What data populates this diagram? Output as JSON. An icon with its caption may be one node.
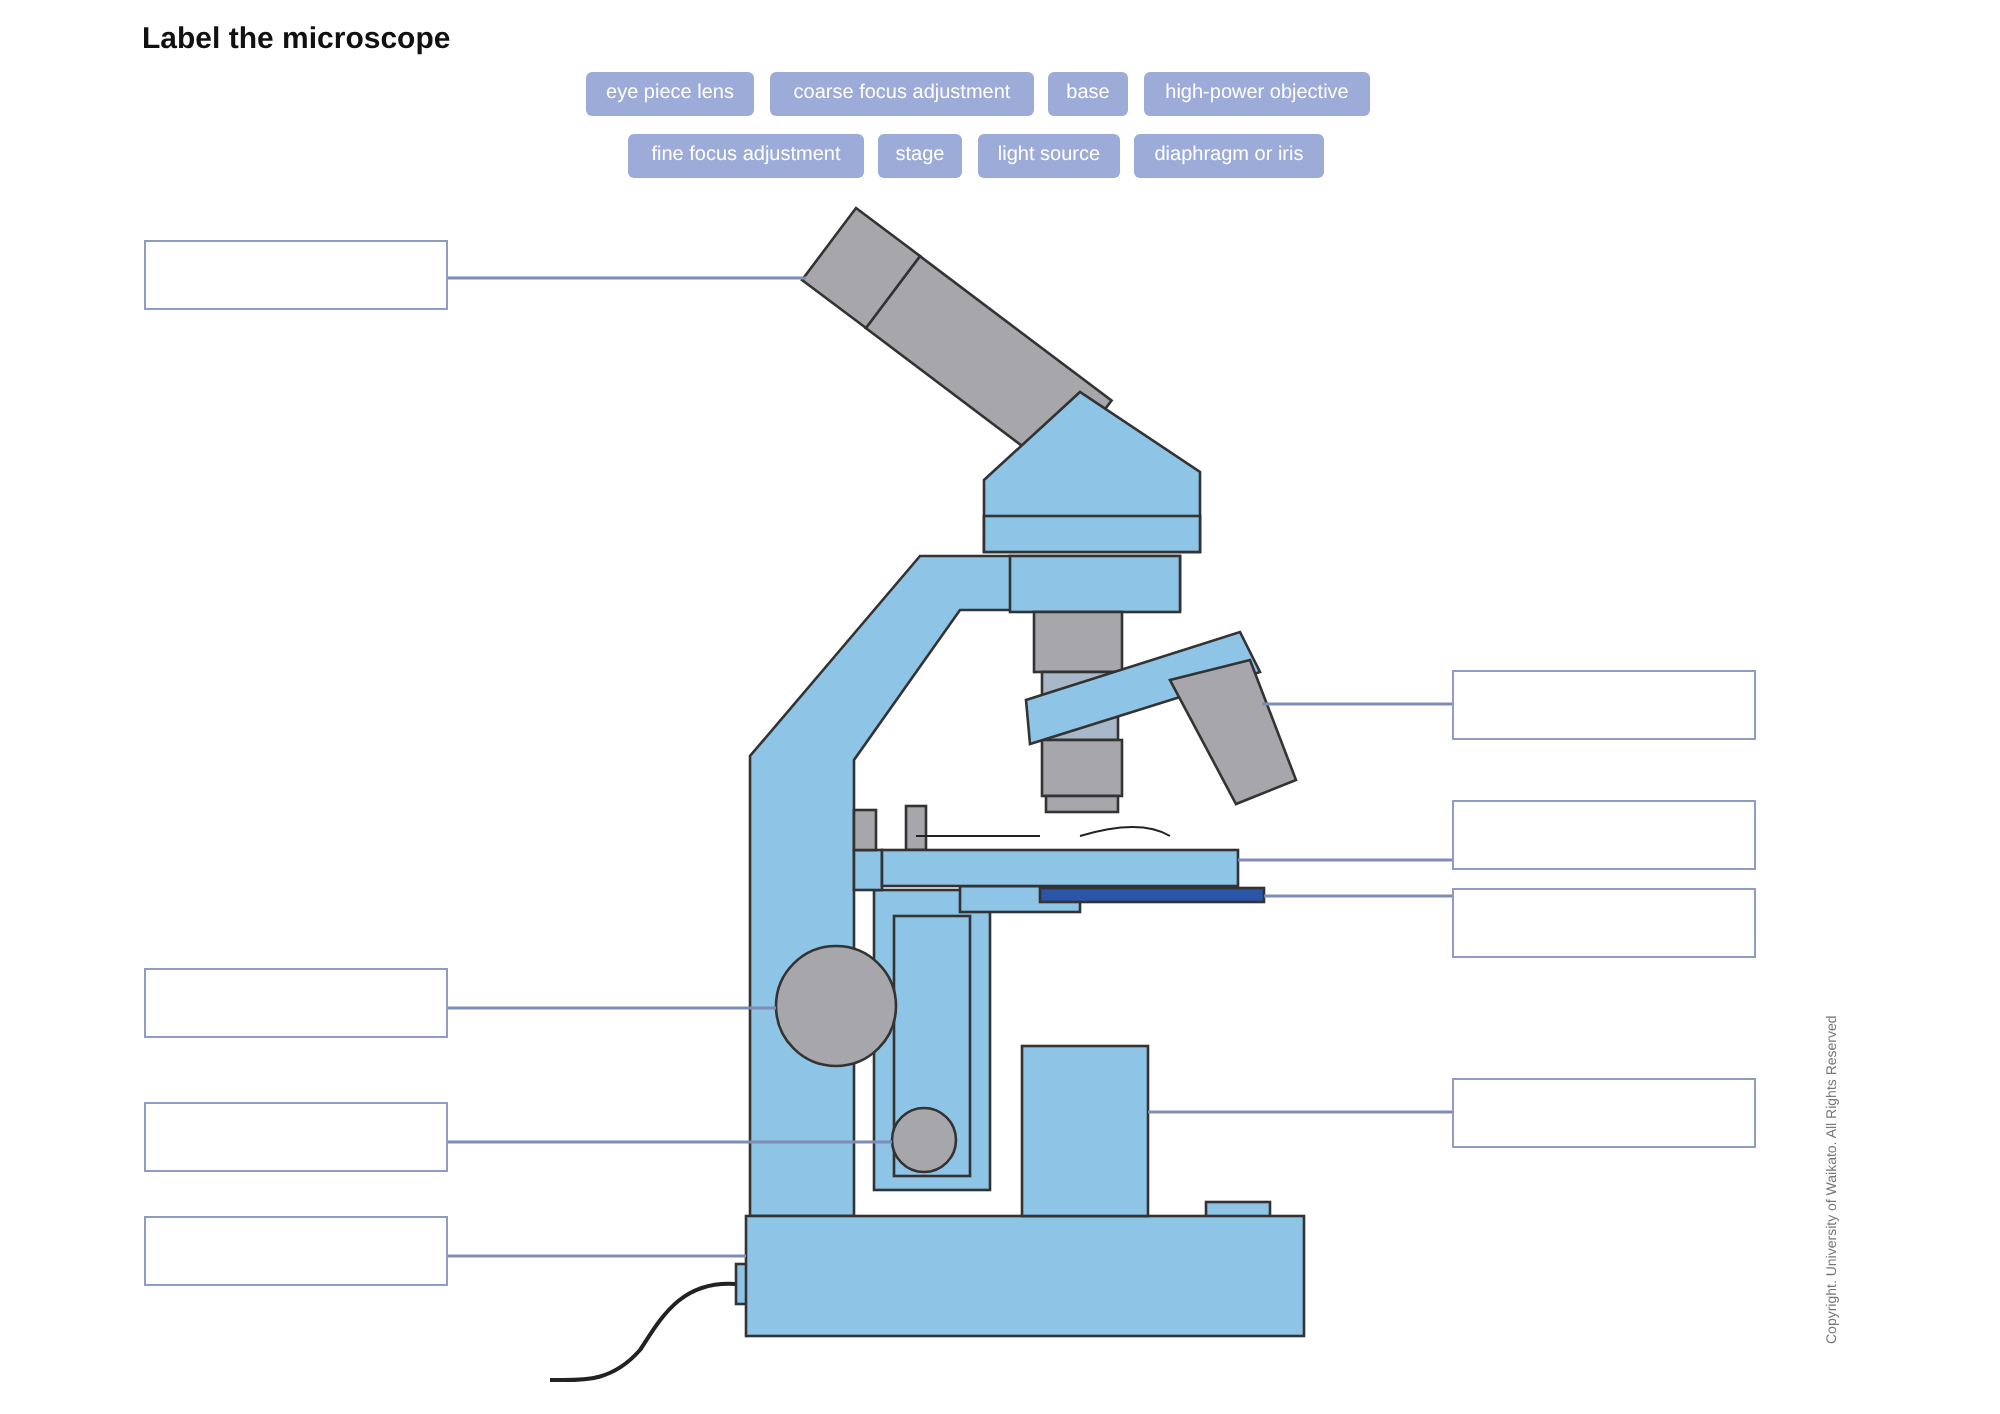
{
  "diagram": {
    "title": "Label the microscope",
    "nodes": [
      {
        "text": [
          "eye piece lens"
        ]
      },
      {
        "text": [
          "coarse focus adjustment"
        ]
      },
      {
        "text": [
          "base"
        ]
      },
      {
        "text": [
          "high-power objective"
        ]
      },
      {
        "text": [
          "fine focus adjustment"
        ]
      },
      {
        "text": [
          "stage"
        ]
      },
      {
        "text": [
          "light source"
        ]
      },
      {
        "text": [
          "diaphragm or iris"
        ]
      },
      {
        "text": [],
        "shape": "box"
      },
      {
        "text": [],
        "shape": "box"
      },
      {
        "text": [],
        "shape": "box"
      },
      {
        "text": [],
        "shape": "box"
      },
      {
        "text": [],
        "shape": "box"
      },
      {
        "text": [],
        "shape": "box"
      },
      {
        "text": [],
        "shape": "box"
      },
      {
        "text": [],
        "shape": "box"
      },
      {
        "text": [],
        "shape": "picture"
      },
      {
        "text": [],
        "shape": "circle"
      },
      {
        "text": [],
        "shape": "circle"
      },
      {
        "text": [],
        "shape": "box"
      },
      {
        "text": [],
        "shape": "picture"
      },
      {
        "text": [],
        "shape": "box"
      },
      {
        "text": [],
        "shape": "box"
      },
      {
        "text": [],
        "shape": "box"
      }
    ],
    "edges": [
      {
        "from": 8,
        "to": 16,
        "arrow": "none"
      },
      {
        "from": 9,
        "to": 17,
        "arrow": "none"
      },
      {
        "from": 10,
        "to": 18,
        "arrow": "none"
      },
      {
        "from": 11,
        "to": 19,
        "arrow": "none"
      },
      {
        "from": 12,
        "to": 20,
        "arrow": "none"
      },
      {
        "from": 13,
        "to": 21,
        "arrow": "none"
      },
      {
        "from": 14,
        "to": 22,
        "arrow": "none"
      },
      {
        "from": 15,
        "to": 23,
        "arrow": "none"
      }
    ],
    "labels": [
      "Copyright. University of Waikato. All Rights Reserved"
    ]
  }
}
